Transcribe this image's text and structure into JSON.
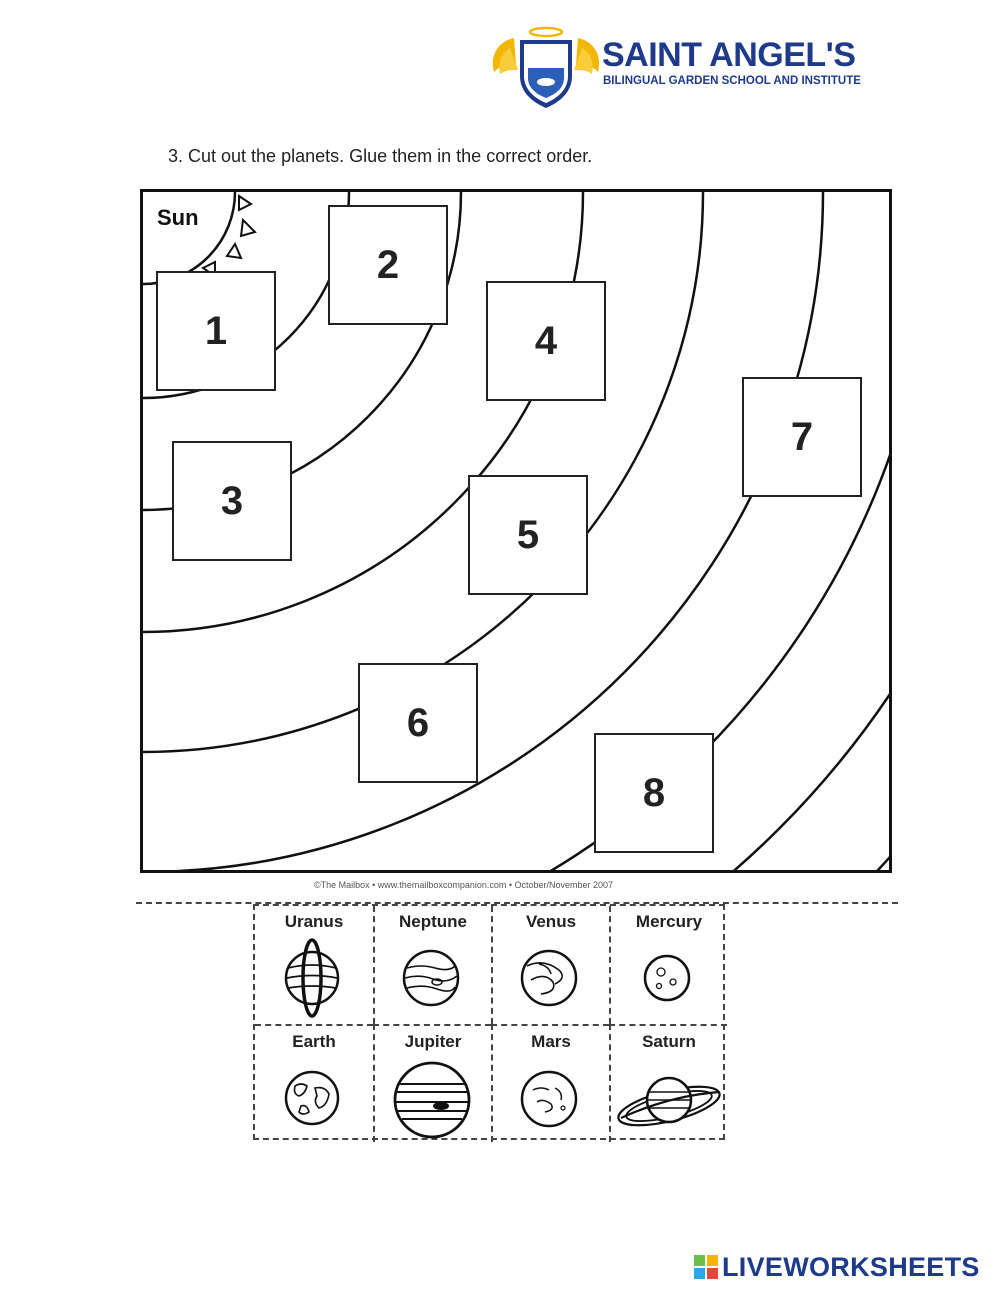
{
  "header": {
    "school_name": "SAINT ANGEL'S",
    "school_subtitle": "BILINGUAL GARDEN SCHOOL AND INSTITUTE",
    "crest_text": "SAINT ANGEL'S"
  },
  "instruction": "3.  Cut out the planets. Glue them in the correct order.",
  "diagram": {
    "sun_label": "Sun",
    "slots": [
      "1",
      "2",
      "3",
      "4",
      "5",
      "6",
      "7",
      "8"
    ]
  },
  "credit": "©The Mailbox • www.themailboxcompanion.com • October/November 2007",
  "cutouts": {
    "row1": [
      "Uranus",
      "Neptune",
      "Venus",
      "Mercury"
    ],
    "row2": [
      "Earth",
      "Jupiter",
      "Mars",
      "Saturn"
    ]
  },
  "footer": {
    "brand": "LIVEWORKSHEETS",
    "brand_block_colors": [
      "#6cc04a",
      "#f5b400",
      "#2aa8e0",
      "#e8463b"
    ]
  }
}
